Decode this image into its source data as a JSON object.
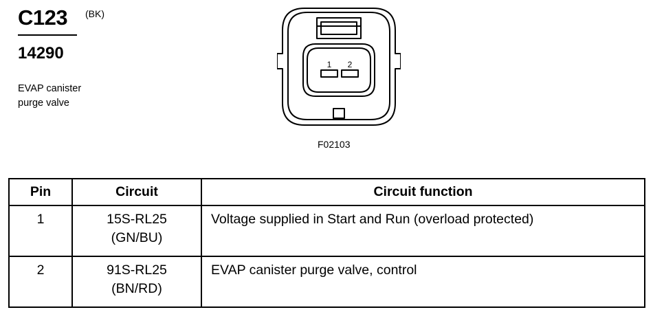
{
  "header": {
    "connector_code": "C123",
    "color_code": "(BK)",
    "part_number": "14290",
    "description": "EVAP canister purge valve"
  },
  "figure": {
    "figure_id": "F02103",
    "pin_labels": [
      "1",
      "2"
    ]
  },
  "table": {
    "headers": [
      "Pin",
      "Circuit",
      "Circuit function"
    ],
    "rows": [
      {
        "pin": "1",
        "circuit_code": "15S-RL25",
        "circuit_color": "(GN/BU)",
        "function": "Voltage supplied in Start and Run (overload protected)"
      },
      {
        "pin": "2",
        "circuit_code": "91S-RL25",
        "circuit_color": "(BN/RD)",
        "function": "EVAP canister purge valve, control"
      }
    ]
  }
}
